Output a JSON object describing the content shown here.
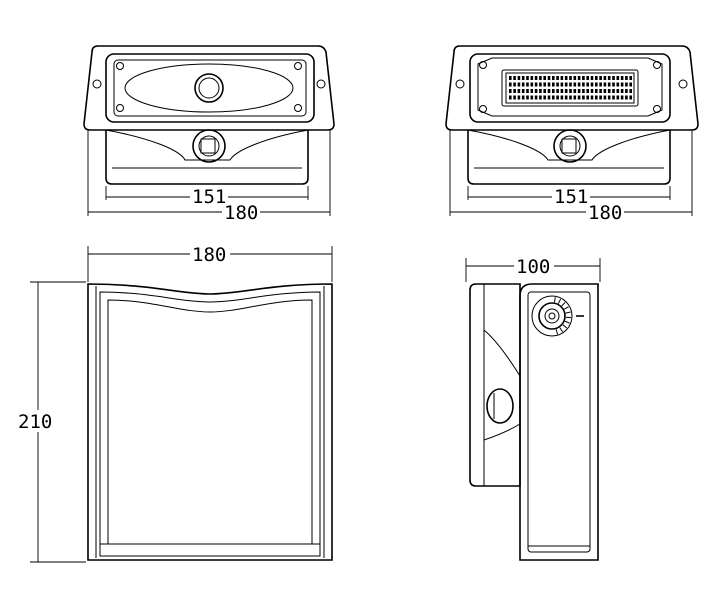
{
  "dimensions": {
    "front_left_inner": "151",
    "front_left_outer": "180",
    "front_right_inner": "151",
    "front_right_outer": "180",
    "side_width": "180",
    "side_height": "210",
    "depth": "100"
  },
  "colors": {
    "line": "#000000",
    "background": "#ffffff"
  },
  "icons": [
    "camera-lens-icon",
    "led-array-icon",
    "knob-icon",
    "dial-icon"
  ]
}
